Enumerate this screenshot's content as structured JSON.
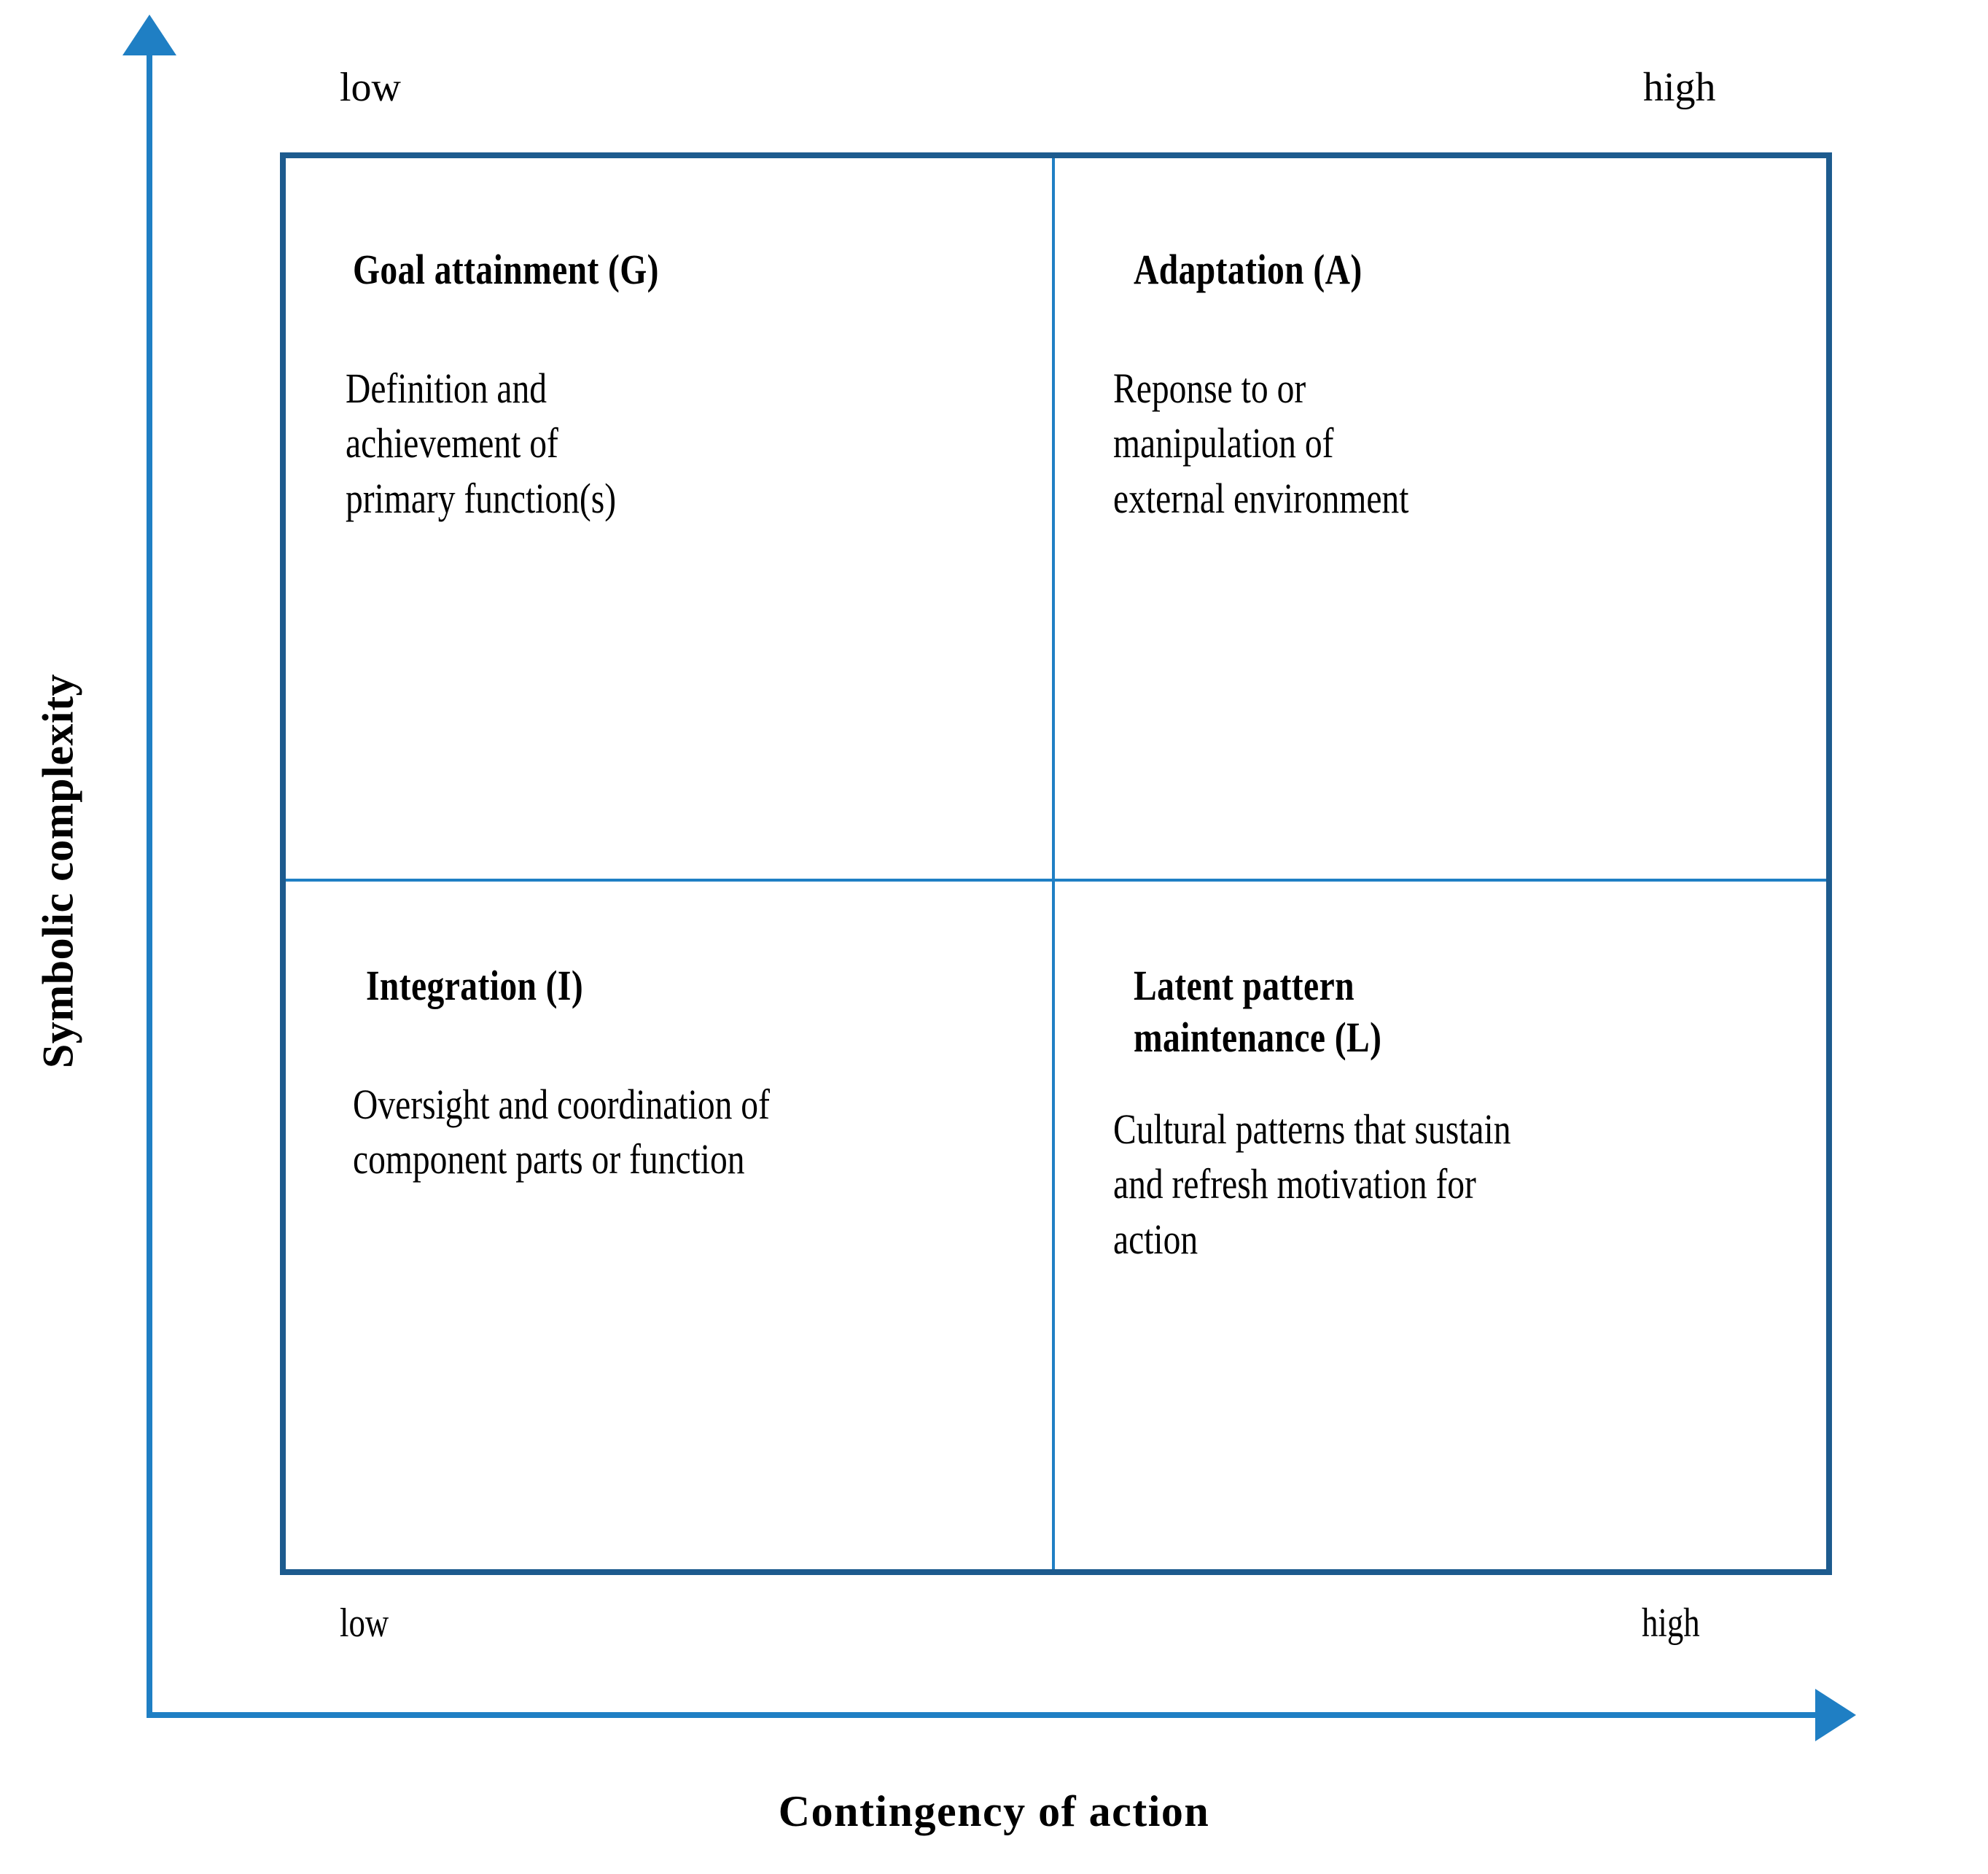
{
  "diagram": {
    "type": "2x2-quadrant-matrix",
    "axes": {
      "x": {
        "title": "Contingency  of  action",
        "low_label": "low",
        "high_label": "high"
      },
      "y": {
        "title": "Symbolic complexity",
        "low_label": "low",
        "high_label": "high"
      }
    },
    "colors": {
      "box_border": "#1d5b8e",
      "divider": "#1f7fc4",
      "axis_arrow": "#1f7fc4",
      "text": "#000000",
      "background": "#ffffff"
    },
    "quadrants": [
      {
        "id": "goal-attainment",
        "position": "top-left",
        "title": "Goal attainment (G)",
        "body": "Definition and\nachievement of\nprimary function(s)"
      },
      {
        "id": "adaptation",
        "position": "top-right",
        "title": "Adaptation (A)",
        "body": "Reponse to or\nmanipulation of\nexternal environment"
      },
      {
        "id": "integration",
        "position": "bottom-left",
        "title": "Integration (I)",
        "body": "Oversight and coordination of\ncomponent parts or function"
      },
      {
        "id": "latent-pattern-maintenance",
        "position": "bottom-right",
        "title": "Latent pattern\nmaintenance (L)",
        "body": "Cultural patterns that sustain\nand refresh motivation for\naction"
      }
    ]
  }
}
